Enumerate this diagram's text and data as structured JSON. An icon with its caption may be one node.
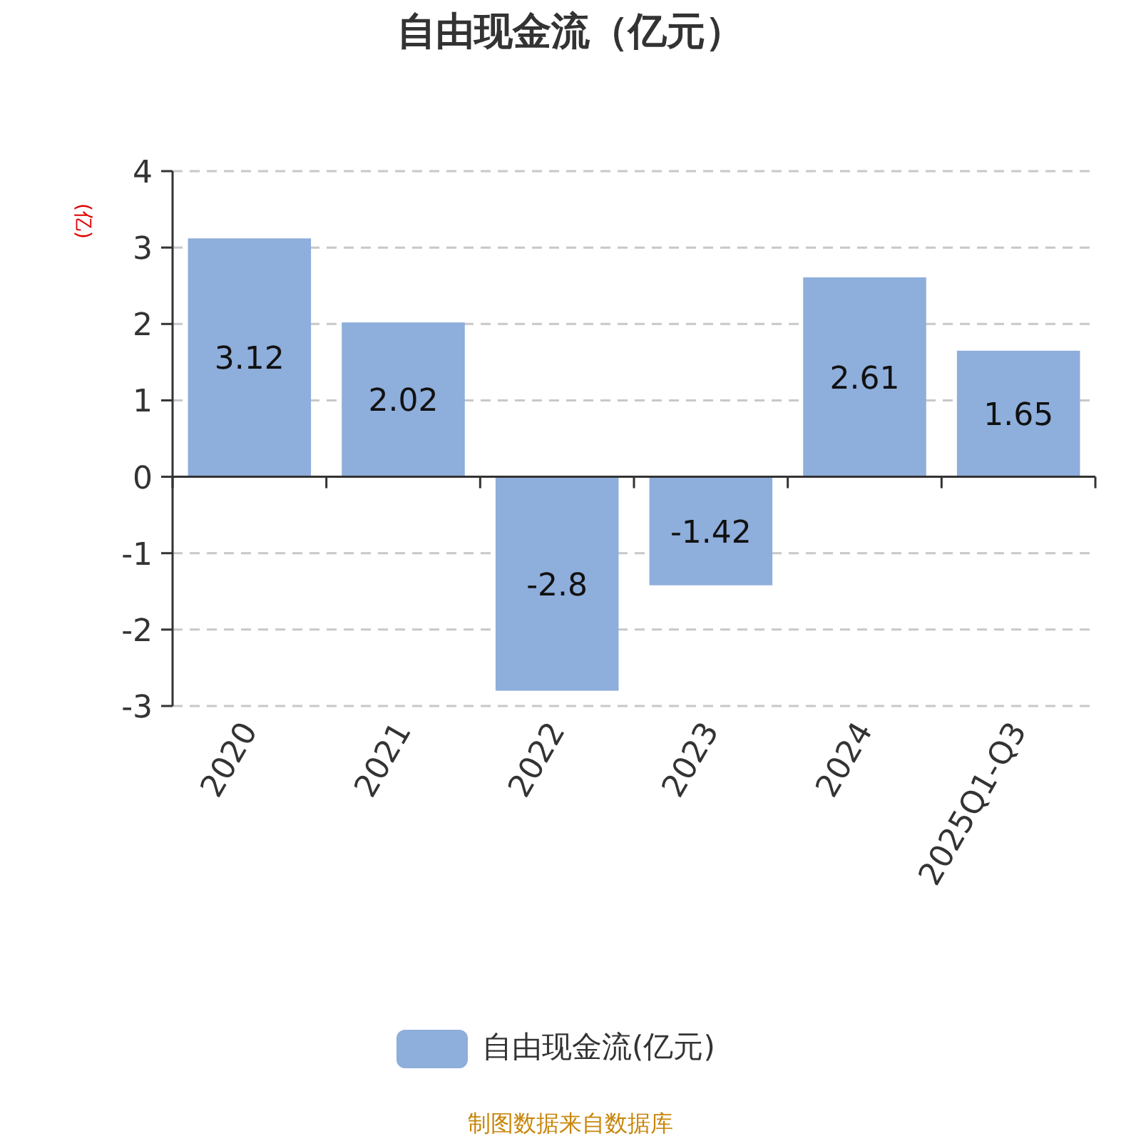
{
  "diagram": {
    "title": "自由现金流（亿元）",
    "chart_data": {
      "type": "bar",
      "ylabel": "(亿)",
      "categories": [
        "2020",
        "2021",
        "2022",
        "2023",
        "2024",
        "2025Q1-Q3"
      ],
      "series": [
        {
          "name": "自由现金流(亿元)",
          "color": "#8eaedb",
          "values": [
            3.12,
            2.02,
            -2.8,
            -1.42,
            2.61,
            1.65
          ]
        }
      ],
      "ylim": [
        -3,
        4
      ],
      "yticks": [
        -3,
        -2,
        -1,
        0,
        1,
        2,
        3,
        4
      ],
      "data_labels": true,
      "grid": true
    },
    "labels": [
      "制图数据来自数据库"
    ]
  }
}
